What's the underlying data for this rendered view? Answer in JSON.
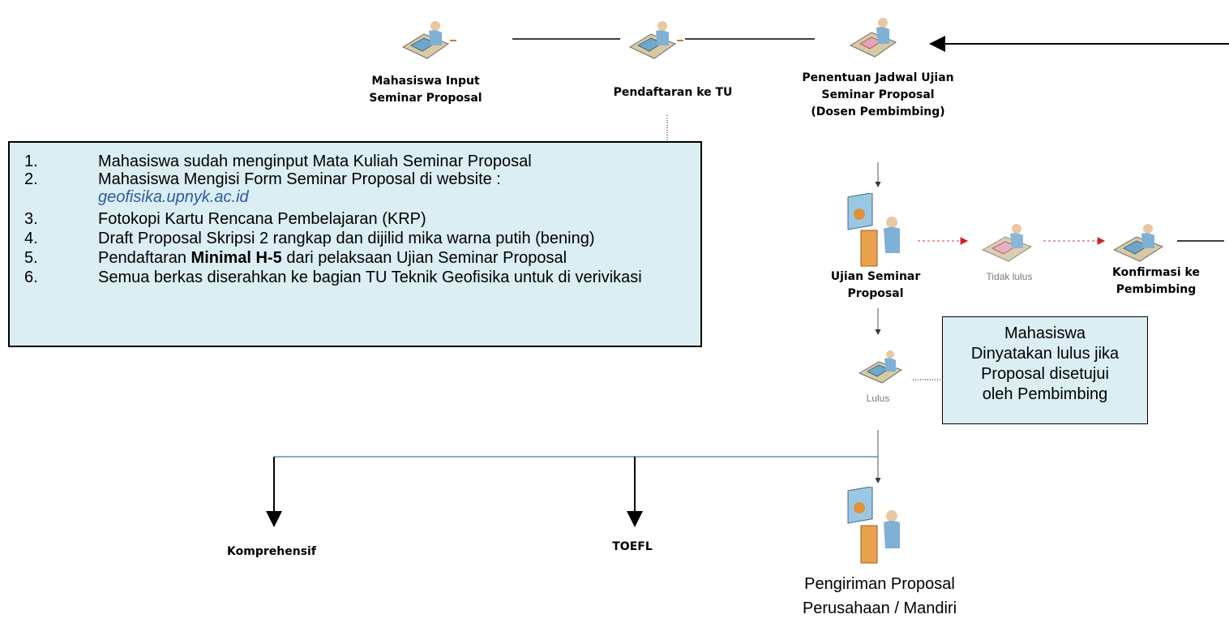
{
  "nodes": {
    "input_seminar": [
      "Mahasiswa Input",
      "Seminar Proposal"
    ],
    "pendaftaran": [
      "Pendaftaran ke TU"
    ],
    "penentuan_jadwal": [
      "Penentuan Jadwal Ujian",
      "Seminar Proposal",
      "(Dosen Pembimbing)"
    ],
    "ujian_seminar": [
      "Ujian Seminar",
      "Proposal"
    ],
    "tidak_lulus": "Tidak lulus",
    "konfirmasi": [
      "Konfirmasi ke",
      "Pembimbing"
    ],
    "lulus": "Lulus",
    "komprehensif": "Komprehensif",
    "toefl": "TOEFL",
    "pengiriman": [
      "Pengiriman Proposal",
      "Perusahaan / Mandiri"
    ]
  },
  "requirements": [
    {
      "num": "1.",
      "text": "Mahasiswa sudah menginput Mata Kuliah Seminar Proposal"
    },
    {
      "num": "2.",
      "text": "Mahasiswa Mengisi Form Seminar Proposal di website :",
      "link": "geofisika.upnyk.ac.id"
    },
    {
      "num": "3.",
      "text": "Fotokopi Kartu Rencana Pembelajaran (KRP)"
    },
    {
      "num": "4.",
      "text": "Draft Proposal Skripsi 2 rangkap dan dijilid mika warna putih (bening)"
    },
    {
      "num": "5.",
      "text_before": "Pendaftaran ",
      "text_bold": "Minimal H-5",
      "text_after": " dari pelaksaan Ujian Seminar Proposal"
    },
    {
      "num": "6.",
      "text": "Semua berkas diserahkan ke bagian TU Teknik Geofisika untuk di verivikasi"
    }
  ],
  "note": [
    "Mahasiswa",
    "Dinyatakan lulus jika",
    "Proposal disetujui",
    "oleh Pembimbing"
  ],
  "colors": {
    "box_fill": "#daeef3",
    "link": "#2e5aa6",
    "branch_line": "#4f6fad",
    "dotted_red": "#e06060"
  }
}
